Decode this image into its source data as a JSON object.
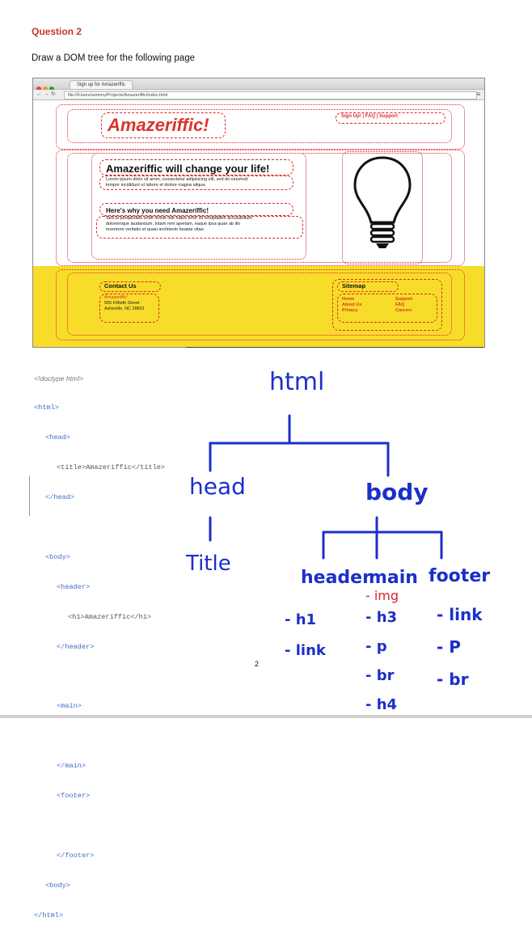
{
  "question": {
    "title": "Question 2",
    "prompt": "Draw a DOM tree for the following page"
  },
  "browser": {
    "tab_label": "Sign up for Amazeriffic",
    "url": "file:///Users/semmy/Projects/Amazeriffic/index.html",
    "brand": "Amazeriffic!",
    "top_links": "Sign Up! | FAQ | Support",
    "headline": "Amazeriffic will change your life!",
    "lorem1_line1": "Lorem ipsum dolor sit amet, consectetur adipisicing elit, sed do eiusmod",
    "lorem1_line2": "tempor incididunt ut labore et dolore magna aliqua.",
    "subhead": "Here's why you need Amazeriffic!",
    "lorem2_line1": "Sed ut perspiciatis unde omnis iste natus error sit voluptatem accusantium",
    "lorem2_line2": "doloremque laudantium, totam rem aperiam, eaque ipsa quae ab illo",
    "lorem2_line3": "inventore veritatis et quasi architecto beatae vitae.",
    "contact_heading": "Contact Us",
    "contact_name": "Amazeriffic!",
    "contact_street": "555 Fiftieth Street",
    "contact_city": "Asheville, NC 28801",
    "sitemap_heading": "Sitemap",
    "sitemap_col1": [
      "Home",
      "About Us",
      "Privacy"
    ],
    "sitemap_col2": [
      "Support",
      "FAQ",
      "Careers"
    ]
  },
  "code_lines": [
    {
      "text": "<!doctype html>",
      "type": "comment",
      "indent": 0
    },
    {
      "text": "<html>",
      "type": "tag",
      "indent": 0
    },
    {
      "text": "<head>",
      "type": "tag",
      "indent": 1
    },
    {
      "text": "<title>Amazeriffic</title>",
      "type": "mixed",
      "indent": 2
    },
    {
      "text": "</head>",
      "type": "tag",
      "indent": 1
    },
    {
      "text": "",
      "type": "blank",
      "indent": 0
    },
    {
      "text": "<body>",
      "type": "tag",
      "indent": 1
    },
    {
      "text": "<header>",
      "type": "tag",
      "indent": 2
    },
    {
      "text": "<h1>Amazeriffic</h1>",
      "type": "mixed",
      "indent": 3
    },
    {
      "text": "</header>",
      "type": "tag",
      "indent": 2
    },
    {
      "text": "",
      "type": "blank",
      "indent": 0
    },
    {
      "text": "<main>",
      "type": "tag",
      "indent": 2
    },
    {
      "text": "",
      "type": "blank",
      "indent": 0
    },
    {
      "text": "</main>",
      "type": "tag",
      "indent": 2
    },
    {
      "text": "<footer>",
      "type": "tag",
      "indent": 2
    },
    {
      "text": "",
      "type": "blank",
      "indent": 0
    },
    {
      "text": "</footer>",
      "type": "tag",
      "indent": 2
    },
    {
      "text": "<body>",
      "type": "tag",
      "indent": 1
    },
    {
      "text": "</html>",
      "type": "tag",
      "indent": 0
    }
  ],
  "tree": {
    "root": "html",
    "head": "head",
    "body": "body",
    "head_child": "Title",
    "header": "header",
    "main": "main",
    "footer": "footer",
    "header_children": [
      "- h1",
      "- link"
    ],
    "main_children": [
      "- h3",
      "- p",
      "- br",
      "- h4"
    ],
    "main_correction": "- img",
    "footer_children": [
      "- link",
      "- P",
      "- br"
    ]
  },
  "page_number": "2",
  "colors": {
    "question_red": "#c0392b",
    "ink_blue": "#1b2fc9",
    "correction_red": "#d8262b",
    "footer_yellow": "#f7dd2a",
    "code_tag_blue": "#3b6fc5"
  }
}
